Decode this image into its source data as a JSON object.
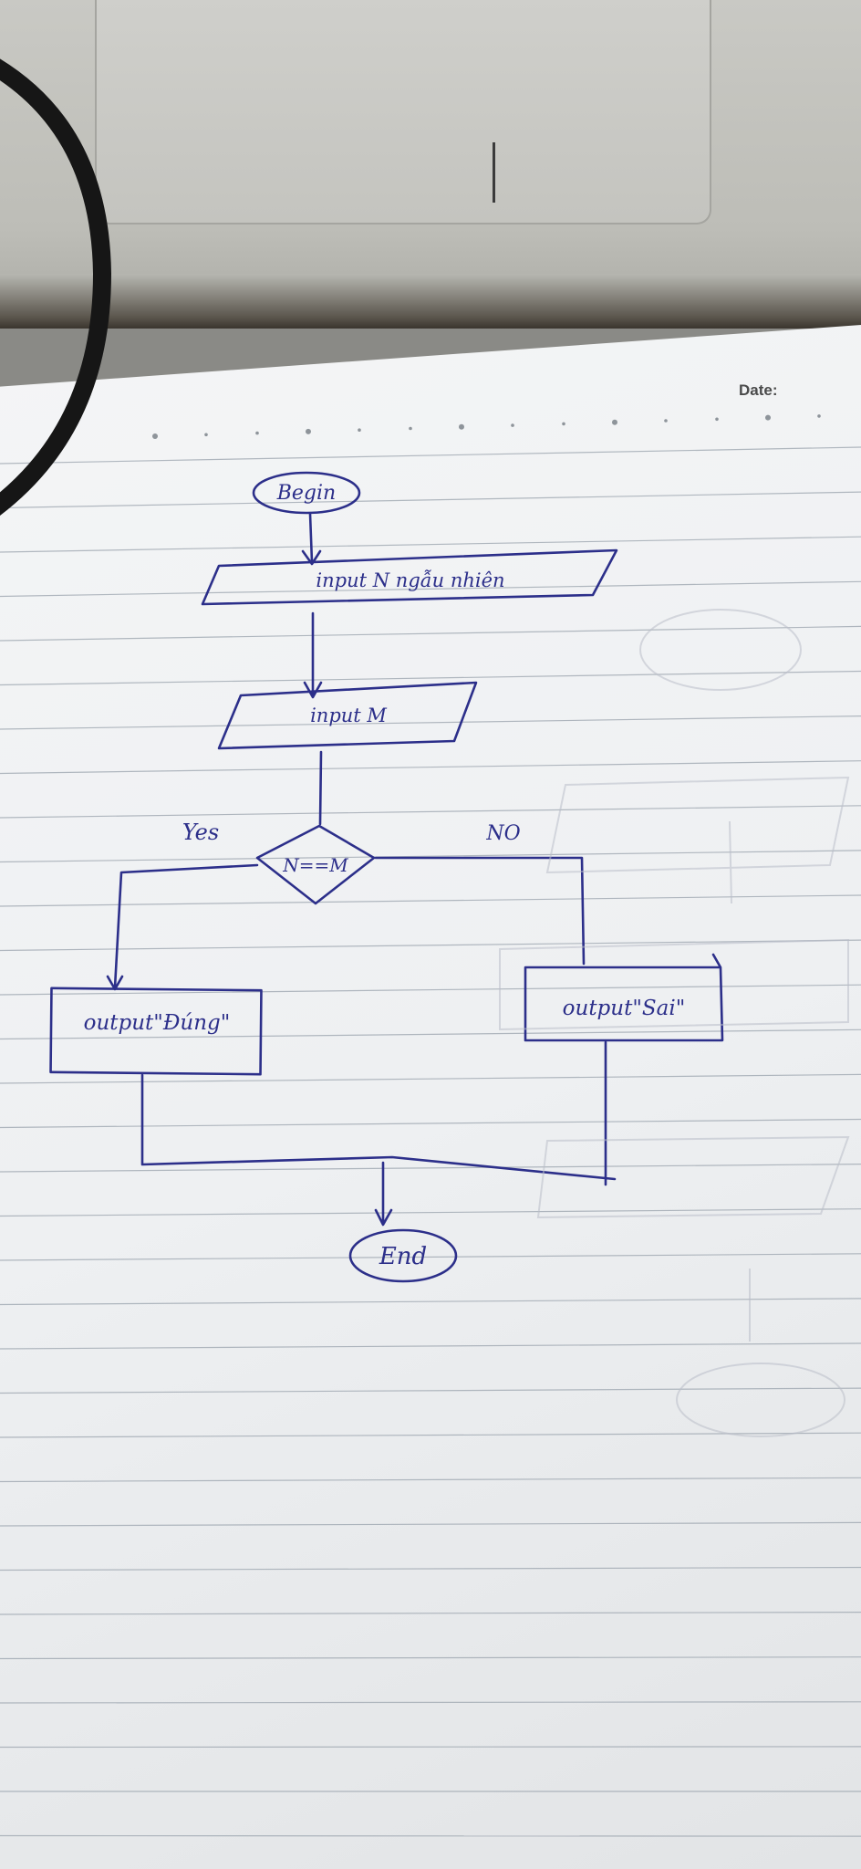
{
  "paper": {
    "date_label": "Date:"
  },
  "flowchart": {
    "start": "Begin",
    "input_n": "input N ngẫu nhiên",
    "input_m": "input M",
    "decision": "N==M",
    "yes_label": "Yes",
    "no_label": "NO",
    "output_yes": "output\"Đúng\"",
    "output_no": "output\"Sai\"",
    "end": "End"
  },
  "colors": {
    "ink": "#2c2f8a",
    "paper": "#eef0f2",
    "laptop": "#c9c9c4"
  }
}
